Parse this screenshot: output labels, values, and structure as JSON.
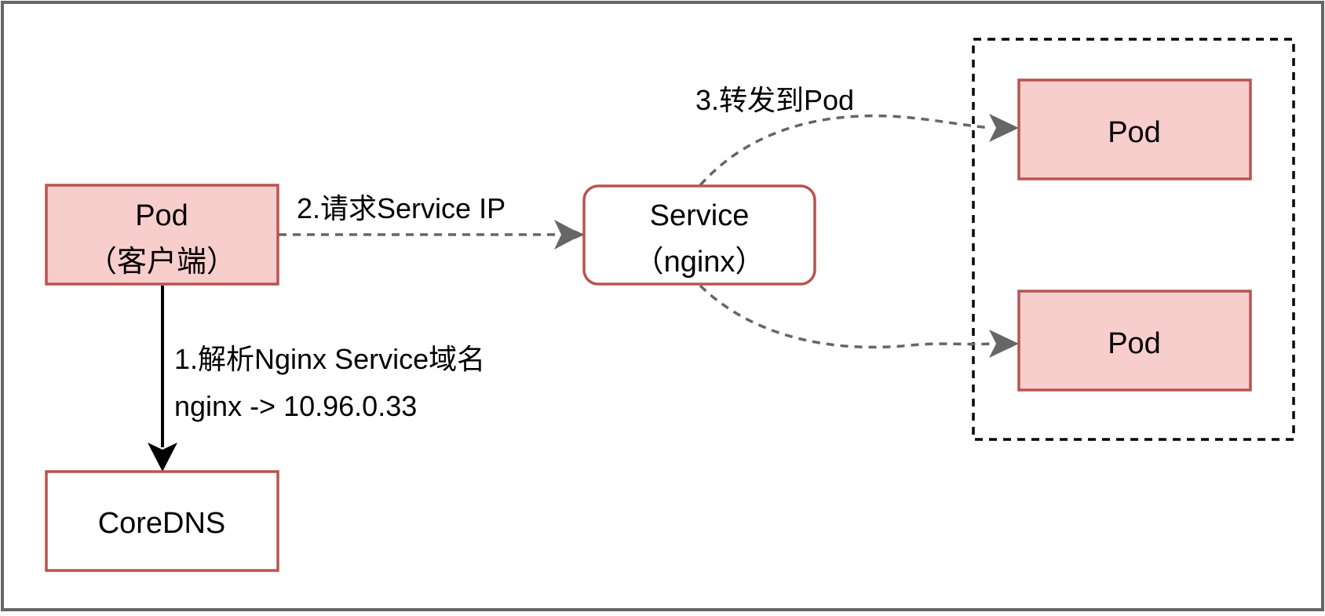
{
  "colors": {
    "frame_border": "#666666",
    "pod_fill": "#f8cecc",
    "pod_stroke": "#b85450",
    "white_fill": "#ffffff",
    "dashed_arrow": "#666666",
    "solid_arrow": "#000000",
    "group_border": "#000000"
  },
  "nodes": {
    "client_pod": {
      "line1": "Pod",
      "line2": "（客户端）"
    },
    "coredns": {
      "label": "CoreDNS"
    },
    "service": {
      "line1": "Service",
      "line2": "（nginx）"
    },
    "backend_pod_top": {
      "label": "Pod"
    },
    "backend_pod_bottom": {
      "label": "Pod"
    }
  },
  "edges": {
    "resolve": {
      "line1": "1.解析Nginx Service域名",
      "line2": "nginx -> 10.96.0.33"
    },
    "request": {
      "label": "2.请求Service IP"
    },
    "forward": {
      "label": "3.转发到Pod"
    }
  }
}
